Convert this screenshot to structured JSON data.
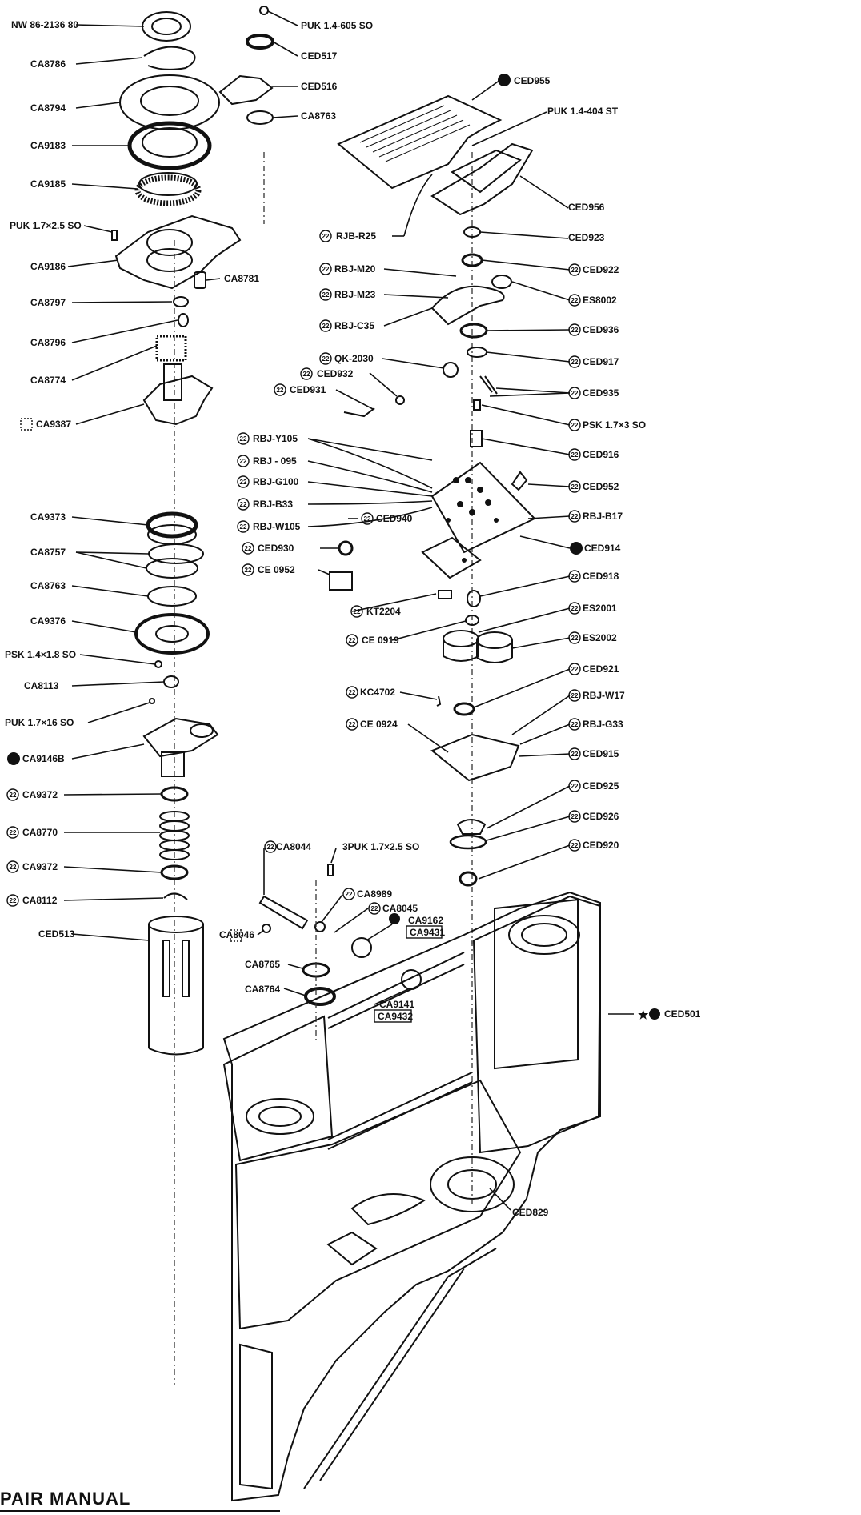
{
  "footer": {
    "text": "PAIR   MANUAL"
  },
  "legend": {
    "star": "★"
  },
  "labels": {
    "nw": "NW 86-2136 80",
    "ca8786": "CA8786",
    "ca8794": "CA8794",
    "ca9183": "CA9183",
    "ca9185": "CA9185",
    "puk17x25": "PUK 1.7×2.5 SO",
    "ca9186": "CA9186",
    "ca8781": "CA8781",
    "ca8797": "CA8797",
    "ca8796": "CA8796",
    "ca8774": "CA8774",
    "ca9387": "CA9387",
    "ca9373": "CA9373",
    "ca8757": "CA8757",
    "ca8763b": "CA8763",
    "ca9376": "CA9376",
    "psk14x18": "PSK 1.4×1.8 SO",
    "ca8113": "CA8113",
    "puk17x16": "PUK 1.7×16 SO",
    "ca9146": "CA9146B",
    "ca9372a": "CA9372",
    "ca8770": "CA8770",
    "ca9372b": "CA9372",
    "ca8112": "CA8112",
    "ced513": "CED513",
    "puk14605": "PUK 1.4-605 SO",
    "ced517": "CED517",
    "ced516": "CED516",
    "ca8763a": "CA8763",
    "ced955": "CED955",
    "puk14404": "PUK 1.4-404 ST",
    "ced956": "CED956",
    "ced923": "CED923",
    "rjb_r25": "RJB-R25",
    "ced922": "CED922",
    "rbj_m20": "RBJ-M20",
    "es8002": "ES8002",
    "rbj_m23": "RBJ-M23",
    "rbj_c35": "RBJ-C35",
    "ced936": "CED936",
    "qk2030": "QK-2030",
    "ced917": "CED917",
    "ced932": "CED932",
    "ced931": "CED931",
    "ced935": "CED935",
    "psk17x3": "PSK 1.7×3 SO",
    "rbj_y105": "RBJ-Y105",
    "ced916": "CED916",
    "rbj_095": "RBJ - 095",
    "rbj_g100": "RBJ-G100",
    "ced952a": "CED952",
    "rbj_b33": "RBJ-B33",
    "ced940": "CED940",
    "rbj_b17": "RBJ-B17",
    "rbj_w105": "RBJ-W105",
    "ced914": "CED914",
    "ced930": "CED930",
    "ced952b": "CE 0952",
    "ced918": "CED918",
    "kt2204": "KT2204",
    "es2001": "ES2001",
    "ced919": "CE 0919",
    "es2002": "ES2002",
    "ced921": "CED921",
    "kc4702": "KC4702",
    "rbj_w17": "RBJ-W17",
    "ced924": "CE 0924",
    "rbj_g33": "RBJ-G33",
    "ced915": "CED915",
    "ced925": "CED925",
    "ced926": "CED926",
    "ced920": "CED920",
    "ca8044": "CA8044",
    "puk17x25b": "3PUK 1.7×2.5 SO",
    "ca8989": "CA8989",
    "ca8045": "CA8045",
    "ca9162": "CA9162",
    "ca9431a": "CA9431",
    "ca8046": "CA8046",
    "ca8765": "CA8765",
    "ca8764": "CA8764",
    "ca9141": "CA9141",
    "ca9432": "CA9432",
    "ced501": "CED501",
    "ced829": "CED829"
  },
  "marks": {
    "circled_number": "22",
    "square_mark": "2"
  }
}
